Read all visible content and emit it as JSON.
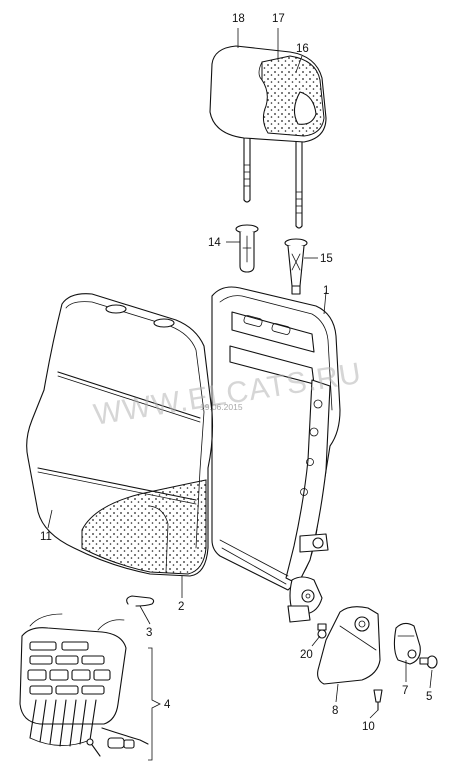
{
  "diagram": {
    "watermark": "WWW.ELCATS.RU",
    "date_stamp": "19.06.2015",
    "callouts": {
      "headrest_cover": "18",
      "headrest_foam_outer": "17",
      "headrest_foam_inner": "16",
      "guide_sleeve_left": "14",
      "guide_sleeve_right": "15",
      "backrest_frame": "1",
      "backrest_cover": "11",
      "backrest_padding": "2",
      "clip": "3",
      "lumbar_support_assembly": "4",
      "screw": "5",
      "lever": "7",
      "trim_cover": "8",
      "clip_bottom": "10",
      "fastener": "20"
    }
  }
}
